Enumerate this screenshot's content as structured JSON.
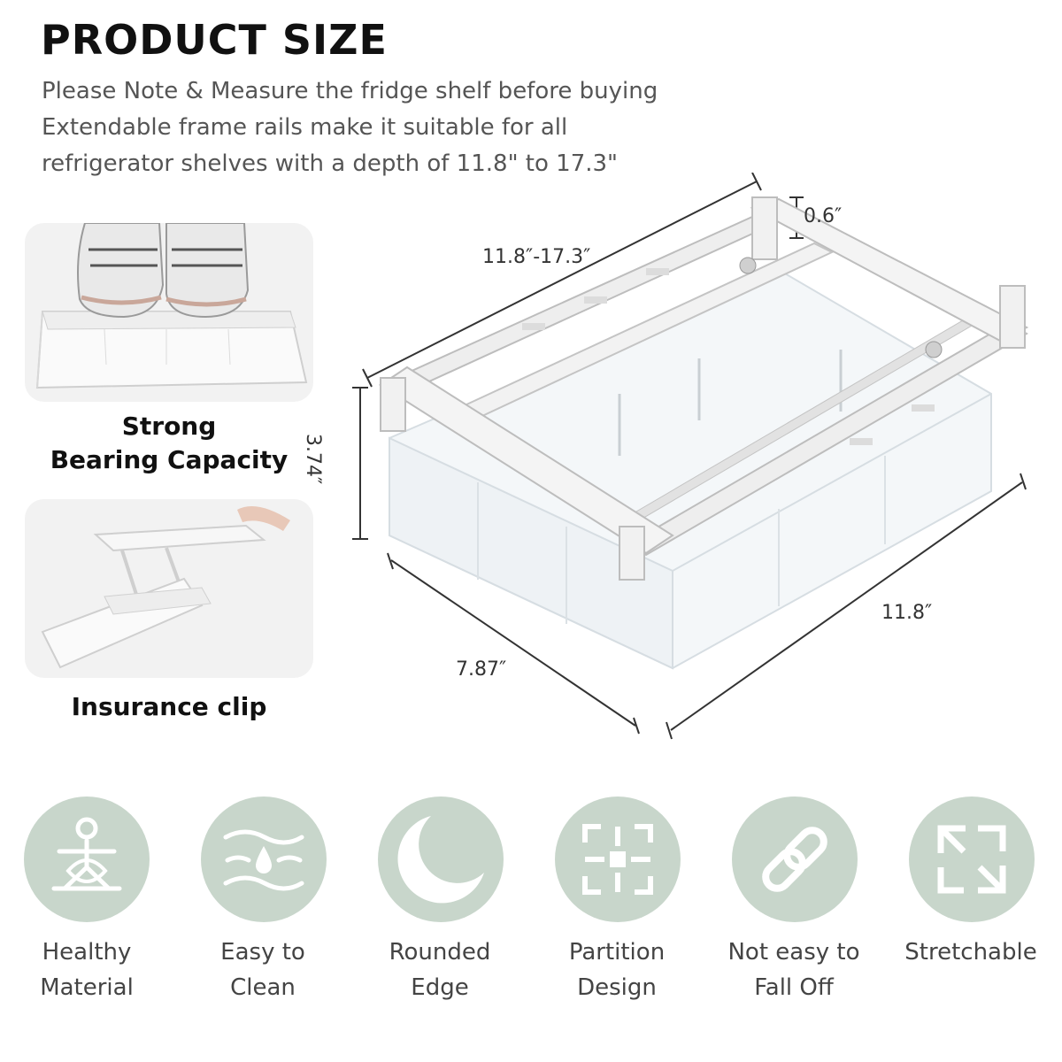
{
  "header": {
    "title": "PRODUCT SIZE",
    "lines": [
      "Please Note & Measure the fridge shelf before buying",
      "Extendable frame rails make it suitable for all",
      "refrigerator shelves with a depth of 11.8\" to 17.3\""
    ]
  },
  "features_left": [
    {
      "label_line1": "Strong",
      "label_line2": "Bearing Capacity"
    },
    {
      "label": "Insurance clip"
    }
  ],
  "dimensions": {
    "hook": "0.6″",
    "length": "11.8″-17.3″",
    "height": "3.74″",
    "width": "11.8″",
    "depth": "7.87″"
  },
  "icons": [
    {
      "name": "person-lotus-icon",
      "line1": "Healthy",
      "line2": "Material"
    },
    {
      "name": "wave-drop-icon",
      "line1": "Easy to",
      "line2": "Clean"
    },
    {
      "name": "crescent-moon-icon",
      "line1": "Rounded",
      "line2": "Edge"
    },
    {
      "name": "partition-grid-icon",
      "line1": "Partition",
      "line2": "Design"
    },
    {
      "name": "chain-link-icon",
      "line1": "Not easy to",
      "line2": "Fall Off"
    },
    {
      "name": "expand-arrows-icon",
      "line1": "Stretchable",
      "line2": ""
    }
  ],
  "colors": {
    "icon_circle": "#c8d6cb",
    "icon_glyph": "#ffffff"
  }
}
